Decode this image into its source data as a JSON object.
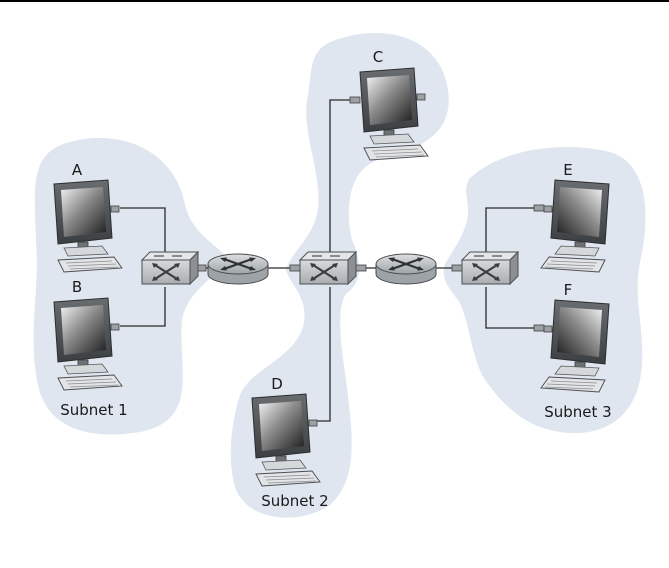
{
  "hosts": {
    "a": "A",
    "b": "B",
    "c": "C",
    "d": "D",
    "e": "E",
    "f": "F"
  },
  "subnets": {
    "s1": "Subnet 1",
    "s2": "Subnet 2",
    "s3": "Subnet 3"
  },
  "colors": {
    "subnet_fill": "#dfe6ef",
    "link": "#2a2a2a",
    "device": "#b8bcbf"
  }
}
